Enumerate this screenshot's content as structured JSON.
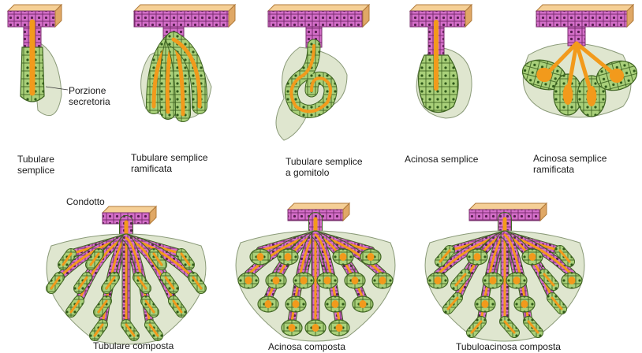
{
  "colors": {
    "epithelium_top": "#f5cf96",
    "epithelium_side": "#e0a866",
    "duct_cells": "#d46fc9",
    "duct_cell_border": "#7a2c6e",
    "lumen": "#f29a1c",
    "secretory_cells": "#a9d07a",
    "secretory_border": "#3f6422",
    "nucleus": "#2f5a1a",
    "capsule": "#dfe6cf",
    "capsule_border": "#8a9a78"
  },
  "annotations": {
    "secretory": "Porzione\nsecretoria",
    "duct": "Condotto"
  },
  "glands": [
    {
      "id": "tubular-simple",
      "label": "Tubulare\nsemplice"
    },
    {
      "id": "tubular-branched",
      "label": "Tubulare semplice\nramificata"
    },
    {
      "id": "tubular-coiled",
      "label": "Tubulare semplice\na gomitolo"
    },
    {
      "id": "acinar-simple",
      "label": "Acinosa semplice"
    },
    {
      "id": "acinar-branched",
      "label": "Acinosa semplice\nramificata"
    },
    {
      "id": "tubular-compound",
      "label": "Tubulare composta"
    },
    {
      "id": "acinar-compound",
      "label": "Acinosa composta"
    },
    {
      "id": "tubuloacinar-compound",
      "label": "Tubuloacinosa composta"
    }
  ]
}
